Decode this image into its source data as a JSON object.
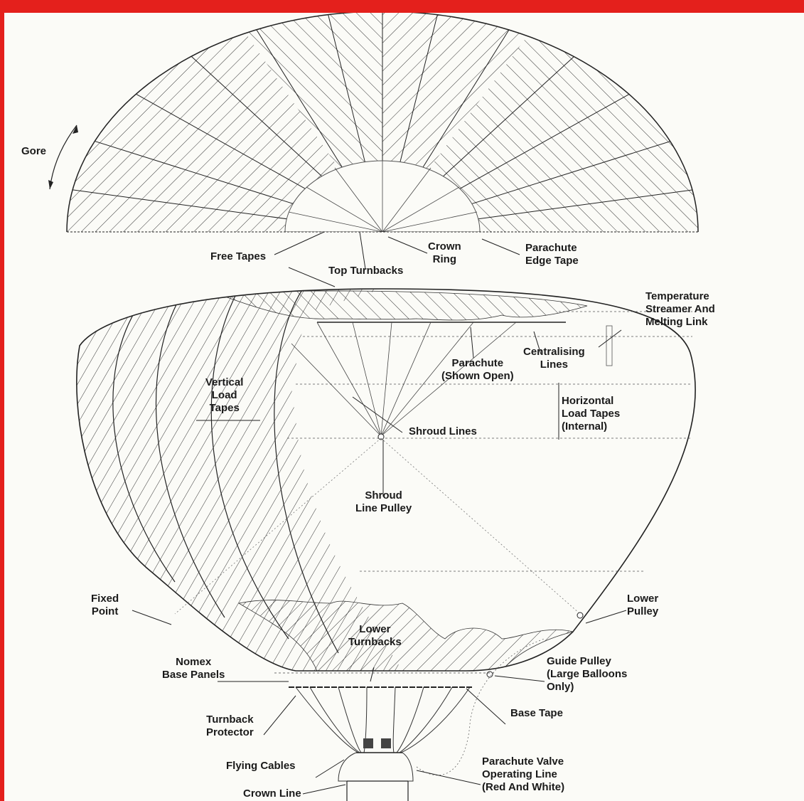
{
  "labels": {
    "gore": "Gore",
    "free_tapes": "Free Tapes",
    "top_turnbacks": "Top Turnbacks",
    "crown_ring": [
      "Crown",
      "Ring"
    ],
    "parachute_edge_tape": [
      "Parachute",
      "Edge Tape"
    ],
    "temperature_streamer": [
      "Temperature",
      "Streamer And",
      "Melting Link"
    ],
    "centralising_lines": [
      "Centralising",
      "Lines"
    ],
    "parachute_open": [
      "Parachute",
      "(Shown Open)"
    ],
    "vertical_load_tapes": [
      "Vertical",
      "Load",
      "Tapes"
    ],
    "horizontal_load_tapes": [
      "Horizontal",
      "Load Tapes",
      "(Internal)"
    ],
    "shroud_lines": "Shroud Lines",
    "shroud_line_pulley": [
      "Shroud",
      "Line Pulley"
    ],
    "fixed_point": [
      "Fixed",
      "Point"
    ],
    "lower_pulley": [
      "Lower",
      "Pulley"
    ],
    "lower_turnbacks": [
      "Lower",
      "Turnbacks"
    ],
    "nomex_base_panels": [
      "Nomex",
      "Base Panels"
    ],
    "guide_pulley": [
      "Guide Pulley",
      "(Large Balloons",
      "Only)"
    ],
    "base_tape": "Base Tape",
    "turnback_protector": [
      "Turnback",
      "Protector"
    ],
    "flying_cables": "Flying Cables",
    "parachute_valve": [
      "Parachute Valve",
      "Operating Line",
      "(Red And White)"
    ],
    "crown_line": "Crown Line"
  },
  "colors": {
    "border": "#e4201c",
    "paper": "#fbfbf7",
    "ink": "#1a1a1a"
  }
}
